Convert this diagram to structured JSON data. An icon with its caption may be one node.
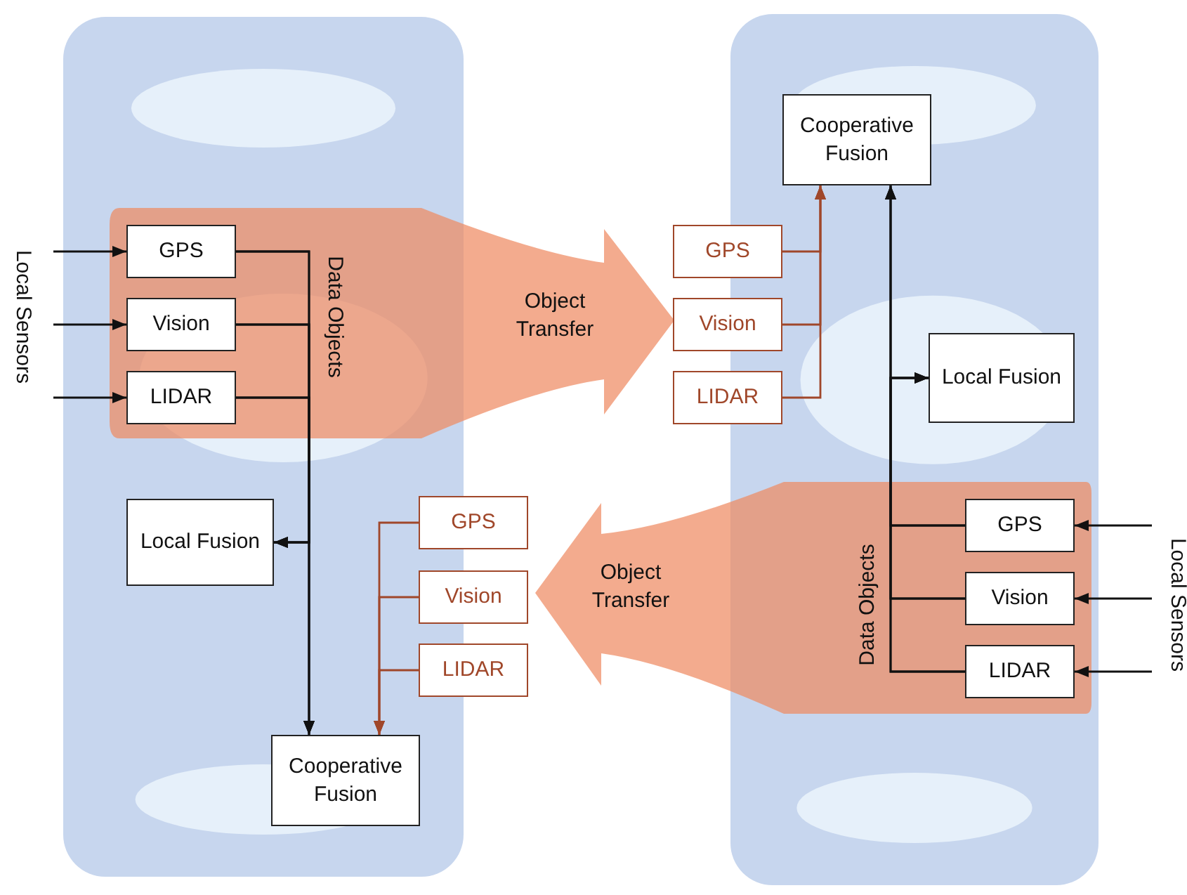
{
  "diagram": {
    "nodes": [
      {
        "text": [
          "Object Transfer"
        ]
      },
      {
        "text": [
          "GPS"
        ],
        "in": 0
      },
      {
        "text": [
          "Vision"
        ],
        "in": 0
      },
      {
        "text": [
          "LIDAR"
        ],
        "in": 0
      },
      {
        "text": [
          "Local Fusion"
        ]
      },
      {
        "text": [
          "GPS"
        ]
      },
      {
        "text": [
          "Vision"
        ]
      },
      {
        "text": [
          "LIDAR"
        ]
      },
      {
        "text": [
          "Cooperative Fusion"
        ]
      },
      {
        "text": [
          "Cooperative Fusion"
        ]
      },
      {
        "text": [
          "GPS"
        ]
      },
      {
        "text": [
          "Vision"
        ]
      },
      {
        "text": [
          "LIDAR"
        ]
      },
      {
        "text": [
          "Local Fusion"
        ]
      },
      {
        "text": [
          "Object Transfer"
        ]
      },
      {
        "text": [
          "GPS"
        ],
        "in": 14
      },
      {
        "text": [
          "Vision"
        ],
        "in": 14
      },
      {
        "text": [
          "LIDAR"
        ],
        "in": 14
      }
    ],
    "edges": [
      {
        "from": null,
        "to": 1,
        "arrow": "to"
      },
      {
        "from": null,
        "to": 2,
        "arrow": "to"
      },
      {
        "from": null,
        "to": 3,
        "arrow": "to"
      },
      {
        "from": 1,
        "to": 4,
        "arrow": "to"
      },
      {
        "from": 2,
        "to": 4,
        "arrow": "to"
      },
      {
        "from": 3,
        "to": 4,
        "arrow": "to"
      },
      {
        "from": 1,
        "to": 8,
        "arrow": "to"
      },
      {
        "from": 2,
        "to": 8,
        "arrow": "to"
      },
      {
        "from": 3,
        "to": 8,
        "arrow": "to"
      },
      {
        "from": 5,
        "to": 8,
        "arrow": "to",
        "color": "#a0472a"
      },
      {
        "from": 6,
        "to": 8,
        "arrow": "to",
        "color": "#a0472a"
      },
      {
        "from": 7,
        "to": 8,
        "arrow": "to",
        "color": "#a0472a"
      },
      {
        "from": 10,
        "to": 9,
        "arrow": "to",
        "color": "#a0472a"
      },
      {
        "from": 11,
        "to": 9,
        "arrow": "to",
        "color": "#a0472a"
      },
      {
        "from": 12,
        "to": 9,
        "arrow": "to",
        "color": "#a0472a"
      },
      {
        "from": 15,
        "to": 9,
        "arrow": "to"
      },
      {
        "from": 16,
        "to": 9,
        "arrow": "to"
      },
      {
        "from": 17,
        "to": 9,
        "arrow": "to"
      },
      {
        "from": 15,
        "to": 13,
        "arrow": "to"
      },
      {
        "from": 16,
        "to": 13,
        "arrow": "to"
      },
      {
        "from": 17,
        "to": 13,
        "arrow": "to"
      },
      {
        "from": null,
        "to": 15,
        "arrow": "to"
      },
      {
        "from": null,
        "to": 16,
        "arrow": "to"
      },
      {
        "from": null,
        "to": 17,
        "arrow": "to"
      }
    ],
    "labels": [
      "Local Sensors",
      "Data Objects",
      "Data Objects",
      "Local Sensors"
    ]
  }
}
